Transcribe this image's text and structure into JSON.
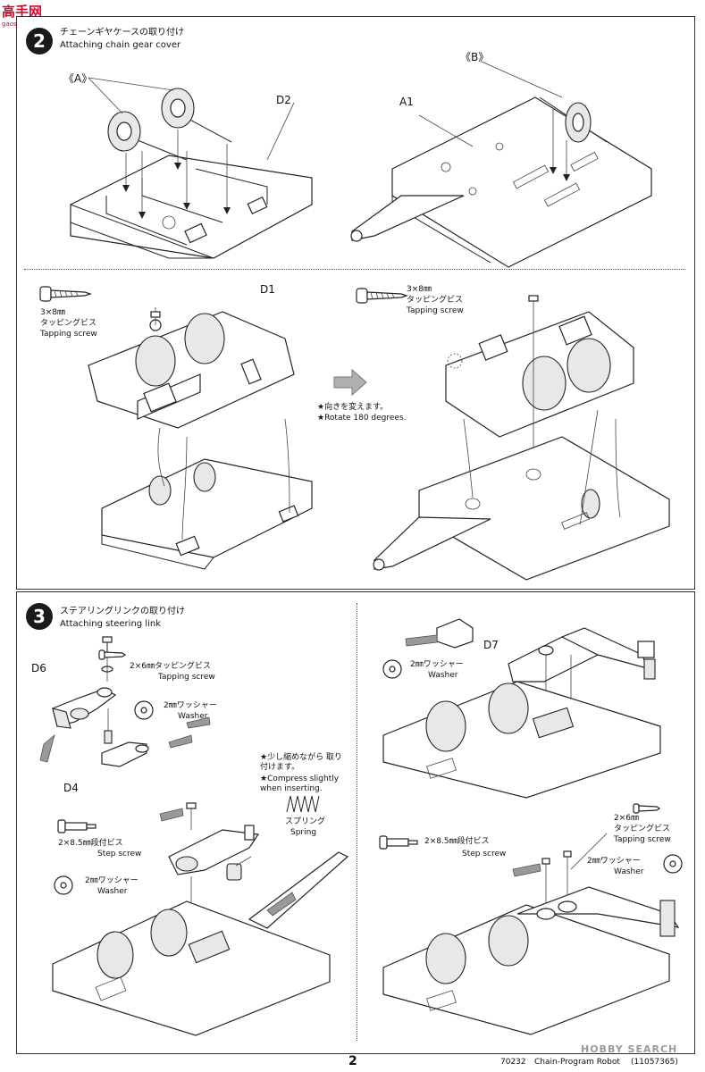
{
  "watermark_top": {
    "name": "高手网",
    "url": "gaoshou.net"
  },
  "step2": {
    "number": "2",
    "title_jp": "チェーンギヤケースの取り付け",
    "title_en": "Attaching chain gear cover",
    "label_A": "《A》",
    "label_B": "《B》",
    "label_D2": "D2",
    "label_A1": "A1",
    "label_D1": "D1",
    "screw_left_size": "3×8㎜",
    "screw_left_jp": "タッピングビス",
    "screw_left_en": "Tapping screw",
    "screw_right_size": "3×8㎜",
    "screw_right_jp": "タッピングビス",
    "screw_right_en": "Tapping screw",
    "rotate_jp": "★向きを変えます。",
    "rotate_en": "★Rotate 180 degrees."
  },
  "step3": {
    "number": "3",
    "title_jp": "ステアリングリンクの取り付け",
    "title_en": "Attaching steering link",
    "label_D6": "D6",
    "label_D4": "D4",
    "label_D7": "D7",
    "tap_screw_size": "2×6㎜タッピングビス",
    "tap_screw_en": "Tapping screw",
    "washer_left_jp": "2㎜ワッシャー",
    "washer_left_en": "Washer",
    "compress_jp": "★少し縮めながら 取り付けます。",
    "compress_en": "★Compress slightly when inserting.",
    "spring_jp": "スプリング",
    "spring_en": "Spring",
    "step_screw_left_size": "2×8.5㎜段付ビス",
    "step_screw_left_en": "Step screw",
    "washer_left2_jp": "2㎜ワッシャー",
    "washer_left2_en": "Washer",
    "washer_right_jp": "2㎜ワッシャー",
    "washer_right_en": "Washer",
    "tap_screw_right_size": "2×6㎜",
    "tap_screw_right_jp": "タッピングビス",
    "tap_screw_right_en": "Tapping screw",
    "step_screw_right_size": "2×8.5㎜段付ビス",
    "step_screw_right_en": "Step screw",
    "washer_right2_jp": "2㎜ワッシャー",
    "washer_right2_en": "Washer"
  },
  "footer": {
    "page": "2",
    "code": "70232",
    "title": "Chain-Program Robot",
    "ref": "(11057365)",
    "watermark": "HOBBY SEARCH"
  }
}
